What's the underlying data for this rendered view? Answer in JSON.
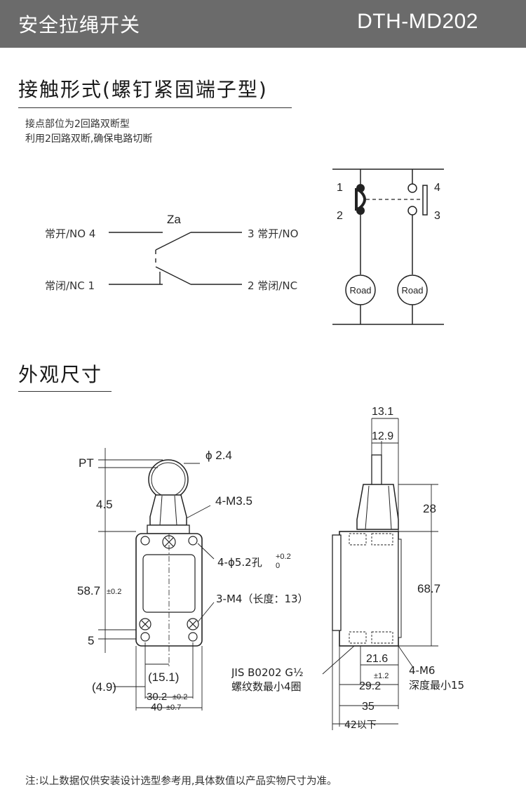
{
  "header": {
    "title": "安全拉绳开关",
    "model": "DTH-MD202"
  },
  "contact_section": {
    "title": "接触形式(螺钉紧固端子型)",
    "desc_line1": "接点部位为2回路双断型",
    "desc_line2": "利用2回路双断,确保电路切断",
    "schematic": {
      "label_za": "Za",
      "no4": "常开/NO 4",
      "no3": "3 常开/NO",
      "nc1": "常闭/NC 1",
      "nc2": "2 常闭/NC"
    },
    "circuit": {
      "t1": "1",
      "t2": "2",
      "t3": "3",
      "t4": "4",
      "load_left": "Road",
      "load_right": "Road"
    }
  },
  "dimension_section": {
    "title": "外观尺寸",
    "front": {
      "pt": "PT",
      "phi": "ϕ 2.4",
      "d45": "4.5",
      "m35": "4-M3.5",
      "hole": "4-ϕ5.2孔",
      "hole_tol_up": "+0.2",
      "hole_tol_dn": "0",
      "d587": "58.7",
      "d587_tol": "±0.2",
      "m4": "3-M4（长度：13）",
      "d5": "5",
      "d151": "(15.1)",
      "d49": "(4.9)",
      "d302": "30.2",
      "d302_tol": "±0.2",
      "d40": "40",
      "d40_tol": "±0.7"
    },
    "side": {
      "d131": "13.1",
      "d129": "12.9",
      "d28": "28",
      "d687": "68.7",
      "d216": "21.6",
      "d12": "±1.2",
      "d292": "29.2",
      "d35": "35",
      "d42": "42以下",
      "jis1": "JIS B0202 G½",
      "jis2": "螺纹数最小4圈",
      "m6a": "4-M6",
      "m6b": "深度最小15"
    }
  },
  "footnote": "注:以上数据仅供安装设计选型参考用,具体数值以产品实物尺寸为准。"
}
